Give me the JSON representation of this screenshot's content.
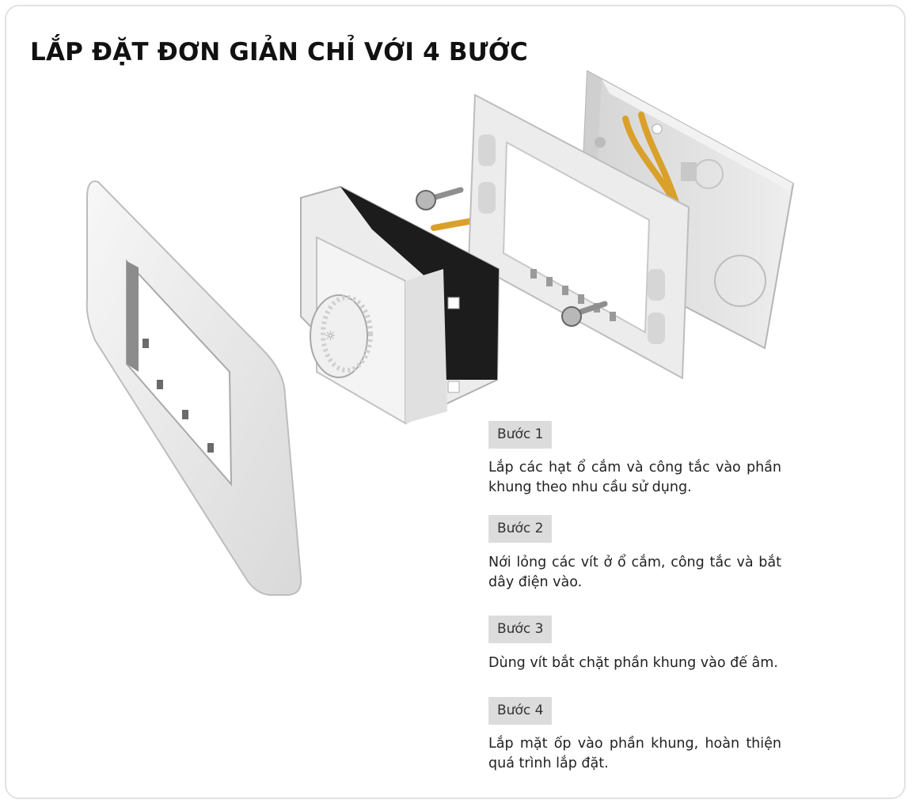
{
  "title": "LẮP ĐẶT ĐƠN GIẢN CHỈ VỚI 4 BƯỚC",
  "steps": [
    {
      "label": "Bước 1",
      "text": "Lắp các hạt ổ cắm và công tắc vào phần khung theo nhu cầu sử dụng."
    },
    {
      "label": "Bước 2",
      "text": "Nới lỏng các vít ở ổ cắm, công tắc và bắt dây điện vào."
    },
    {
      "label": "Bước 3",
      "text": "Dùng vít bắt chặt phần khung vào đế âm."
    },
    {
      "label": "Bước 4",
      "text": "Lắp mặt ốp vào phần khung, hoàn thiện quá trình lắp đặt."
    }
  ],
  "illustration": {
    "parts": [
      "cover-plate",
      "dimmer-module",
      "mounting-frame",
      "screws",
      "wires",
      "back-box"
    ],
    "colors": {
      "plastic": "#efefef",
      "terminal": "#1c1c1c",
      "wire": "#d9a02a",
      "box": "#e6e6e6"
    }
  }
}
